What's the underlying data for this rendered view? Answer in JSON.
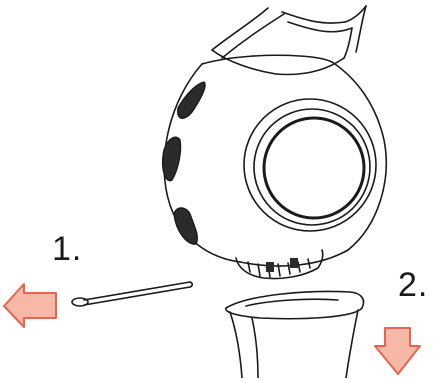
{
  "figure": {
    "steps": [
      {
        "label": "1.",
        "direction": "left",
        "part": "cleaning-brush"
      },
      {
        "label": "2.",
        "direction": "down",
        "part": "filter-cup"
      }
    ],
    "colors": {
      "arrow_fill": "#f7b8a8",
      "arrow_stroke": "#e8654d",
      "line": "#1a1a1a",
      "background": "#ffffff"
    }
  }
}
